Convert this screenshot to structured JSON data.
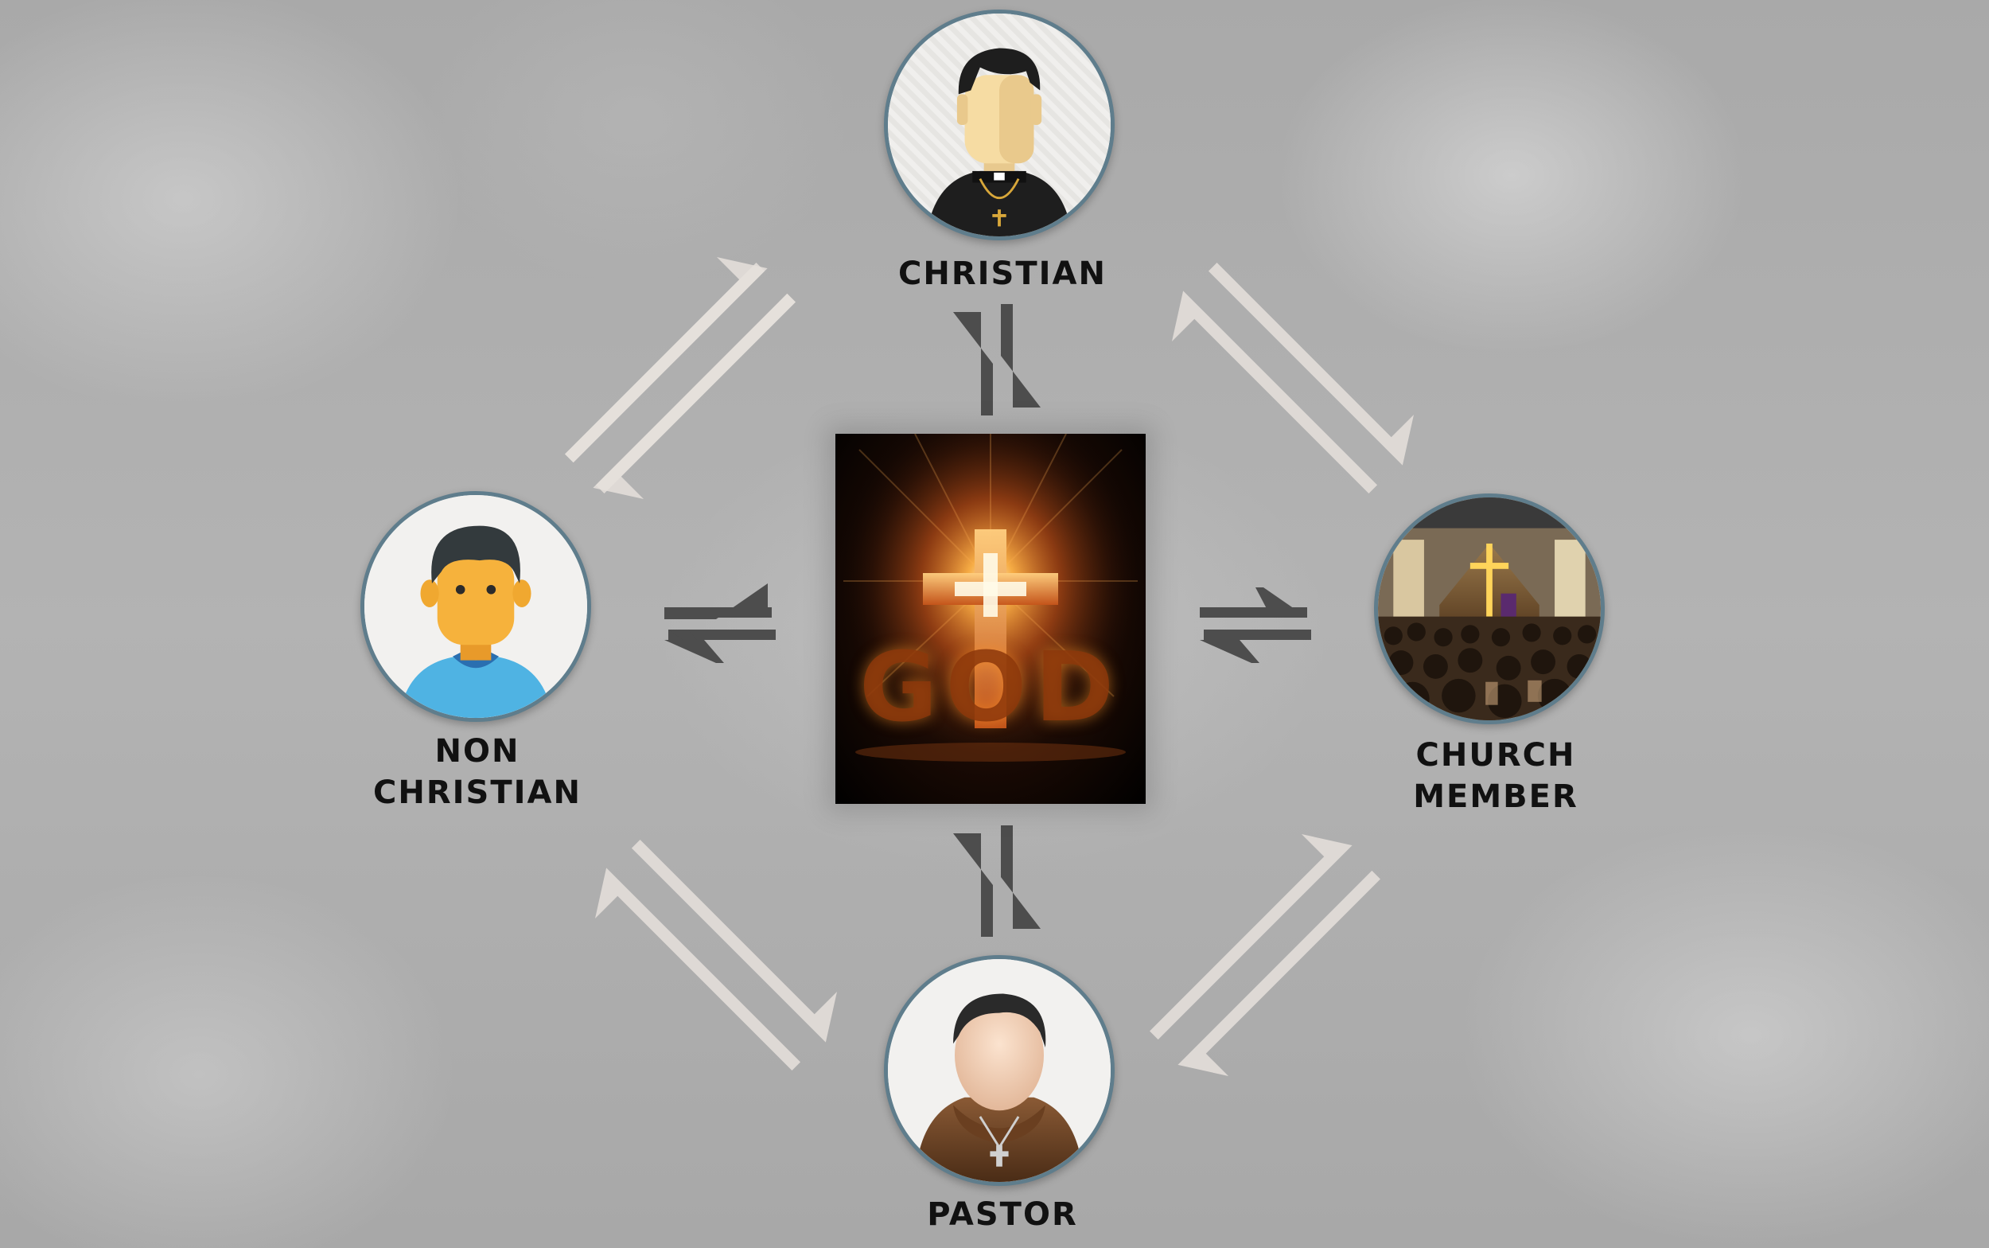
{
  "nodes": {
    "christian": {
      "label": "CHRISTIAN"
    },
    "non_christian": {
      "label_line1": "NON",
      "label_line2": "CHRISTIAN"
    },
    "church_member": {
      "label_line1": "CHURCH",
      "label_line2": "MEMBER"
    },
    "pastor": {
      "label": "PASTOR"
    }
  },
  "center": {
    "text": "GOD"
  },
  "colors": {
    "background": "#ababab",
    "circle_border": "#5f7d8c",
    "inner_arrow": "#4d4d4d",
    "outer_arrow": "#e6e1dc",
    "glow": "#ff8a1e"
  }
}
